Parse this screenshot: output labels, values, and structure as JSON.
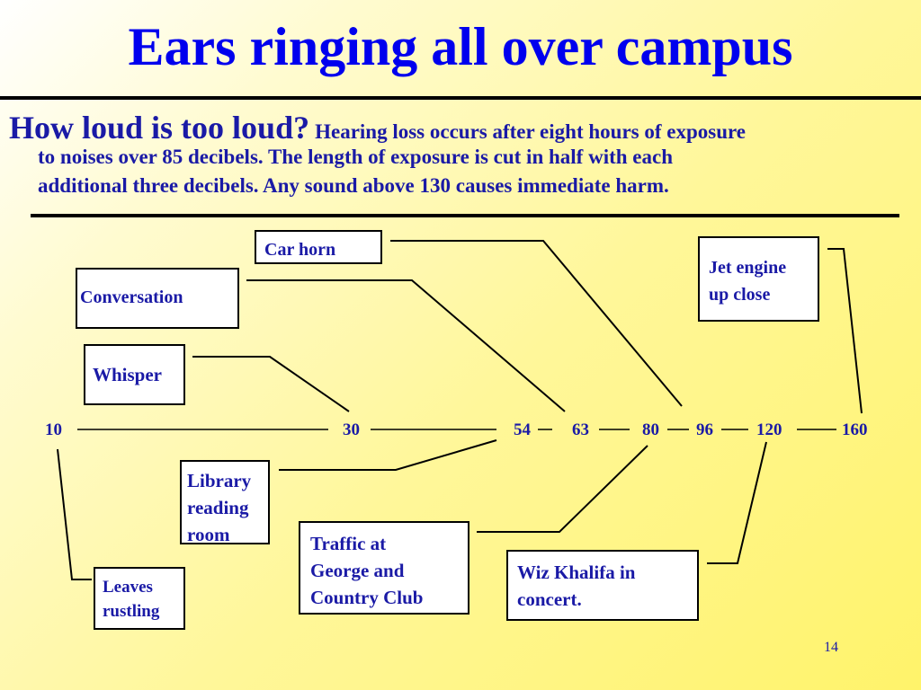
{
  "slide": {
    "title": "Ears ringing all over campus",
    "question": "How loud is too loud?",
    "text_line1": "Hearing loss occurs after eight hours of exposure",
    "text_line2": "to noises over 85 decibels. The length of exposure is cut in half with each",
    "text_line3": "additional three decibels. Any sound above 130 causes immediate harm.",
    "page_number": "14"
  },
  "scale": {
    "ticks": [
      "10",
      "30",
      "54",
      "63",
      "80",
      "96",
      "120",
      "160"
    ]
  },
  "sounds": {
    "car_horn": "Car horn",
    "conversation": "Conversation",
    "whisper": "Whisper",
    "jet_engine_l1": "Jet engine",
    "jet_engine_l2": "up close",
    "library_l1": "Library",
    "library_l2": "reading",
    "library_l3": "room",
    "leaves_l1": "Leaves",
    "leaves_l2": "rustling",
    "traffic_l1": "Traffic at",
    "traffic_l2": "George and",
    "traffic_l3": "Country Club",
    "wiz_l1": "Wiz Khalifa in",
    "wiz_l2": "concert."
  },
  "colors": {
    "text": "#1a1aa6",
    "title": "#0000ee",
    "lines": "#000000"
  }
}
